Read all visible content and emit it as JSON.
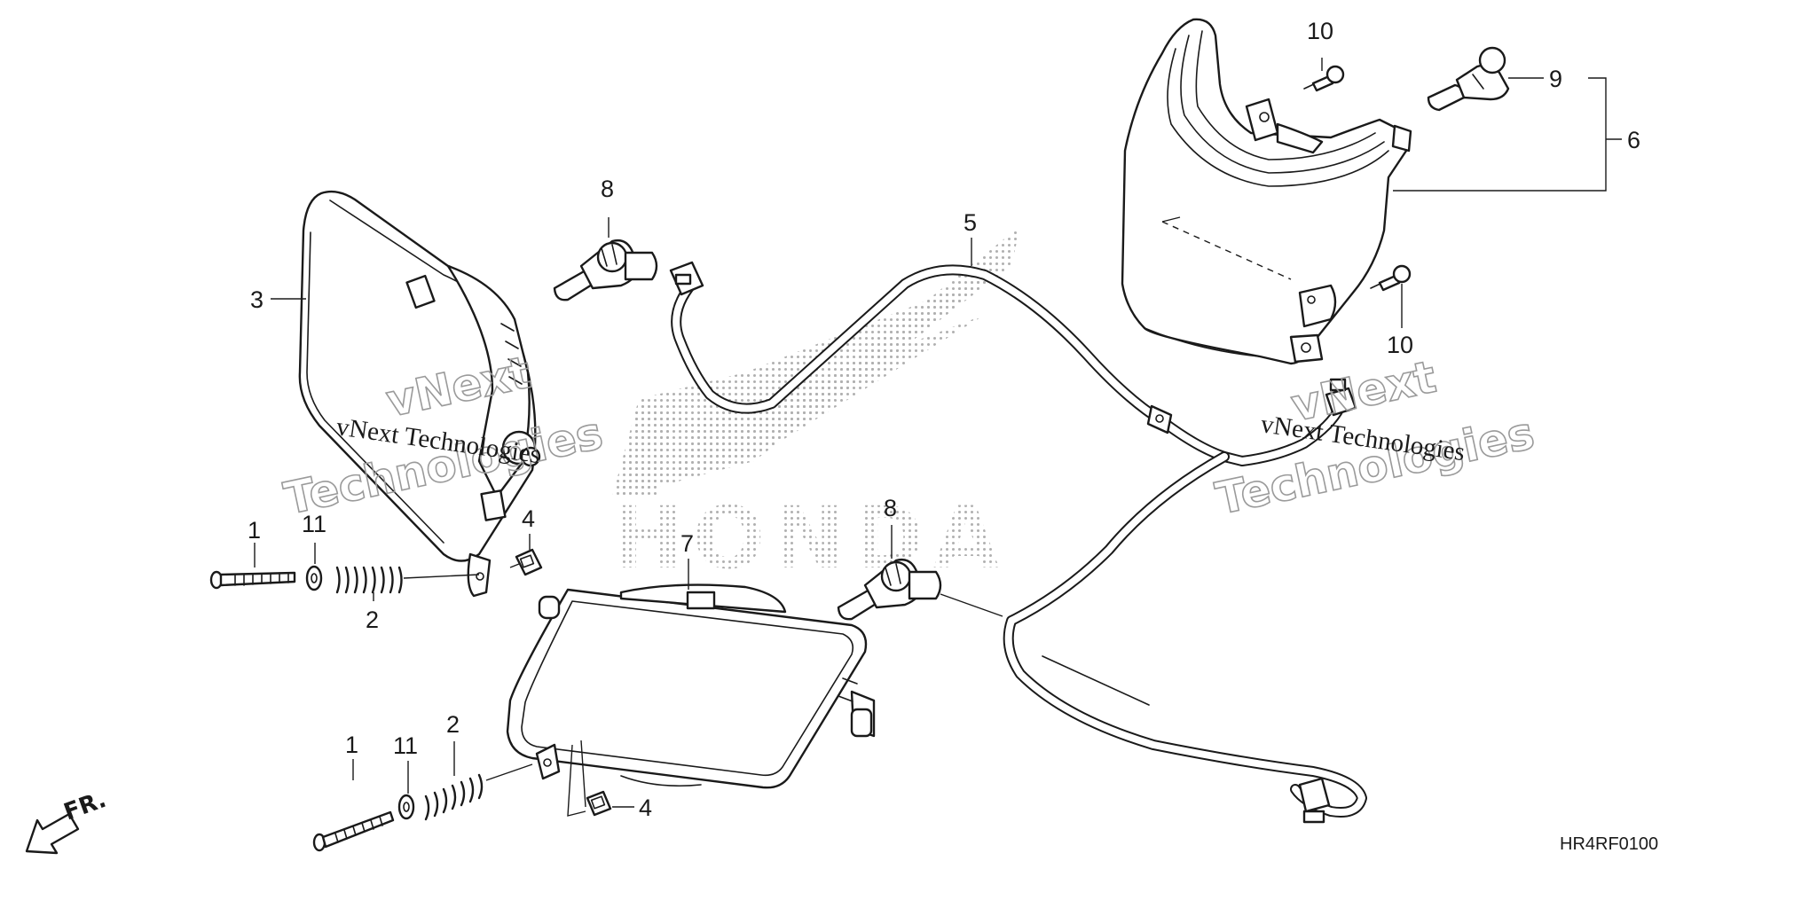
{
  "callouts": {
    "c1a": "1",
    "c1b": "1",
    "c2a": "2",
    "c2b": "2",
    "c3": "3",
    "c4a": "4",
    "c4b": "4",
    "c5": "5",
    "c6": "6",
    "c7": "7",
    "c8a": "8",
    "c8b": "8",
    "c9": "9",
    "c10a": "10",
    "c10b": "10",
    "c11a": "11",
    "c11b": "11"
  },
  "diagram_code": "HR4RF0100",
  "front_marker": "FR.",
  "brand_logo_text": "HONDA",
  "watermark": {
    "serif_left": "vNext Technologies",
    "serif_right": "vNext Technologies",
    "outline_left_line1": "vNext",
    "outline_left_line2": "Technologies",
    "outline_right_line1": "vNext",
    "outline_right_line2": "Technologies"
  },
  "colors": {
    "ink": "#1a1a1a",
    "watermark_outline": "#9a9a9a",
    "logo_dots": "#b0b0b0"
  }
}
